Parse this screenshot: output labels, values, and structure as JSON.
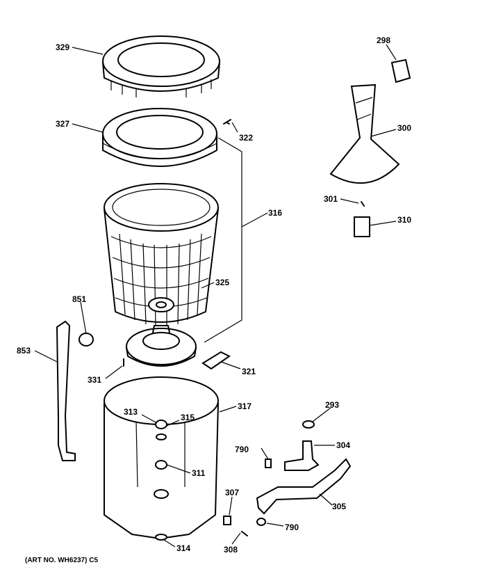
{
  "labels": {
    "p329": "329",
    "p327": "327",
    "p322": "322",
    "p316": "316",
    "p325": "325",
    "p851": "851",
    "p853": "853",
    "p331": "331",
    "p321": "321",
    "p317": "317",
    "p313": "313",
    "p315": "315",
    "p311": "311",
    "p314": "314",
    "p307": "307",
    "p308": "308",
    "p790a": "790",
    "p790b": "790",
    "p293": "293",
    "p304": "304",
    "p305": "305",
    "p298": "298",
    "p300": "300",
    "p301": "301",
    "p310": "310"
  },
  "caption": "(ART NO. WH6237) C5"
}
